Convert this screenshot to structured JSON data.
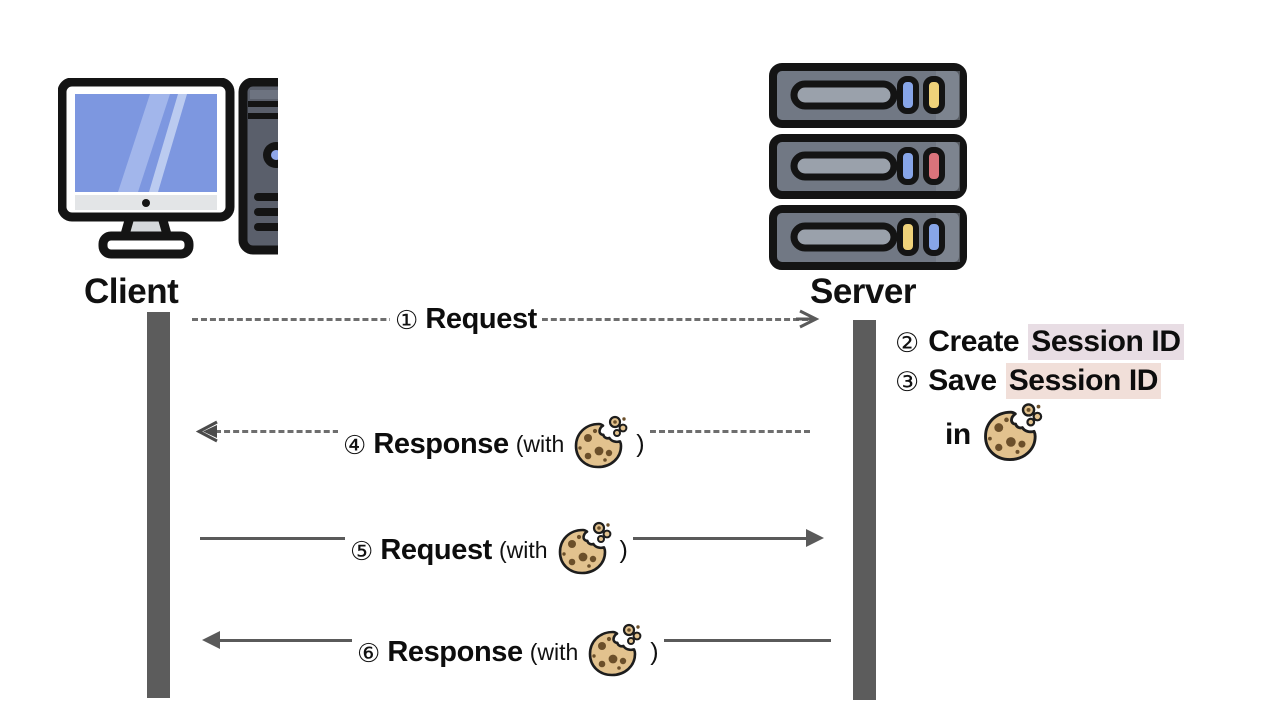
{
  "diagram": {
    "title": "Session ID / Cookie based authentication sequence",
    "type": "sequence-diagram"
  },
  "actors": [
    {
      "id": "client",
      "label": "Client",
      "icon": "desktop-computer-icon"
    },
    {
      "id": "server",
      "label": "Server",
      "icon": "server-rack-icon"
    }
  ],
  "messages": [
    {
      "number": "①",
      "label": "Request",
      "direction": "client-to-server",
      "style": "dashed",
      "with_prefix": "",
      "with_cookie": false,
      "open_paren": "",
      "close_paren": ""
    },
    {
      "number": "④",
      "label": "Response",
      "direction": "server-to-client",
      "style": "dashed",
      "with_prefix": "(with",
      "with_cookie": true,
      "open_paren": "",
      "close_paren": ")"
    },
    {
      "number": "⑤",
      "label": "Request",
      "direction": "client-to-server",
      "style": "solid",
      "with_prefix": "(with",
      "with_cookie": true,
      "open_paren": "",
      "close_paren": ")"
    },
    {
      "number": "⑥",
      "label": "Response",
      "direction": "server-to-client",
      "style": "solid",
      "with_prefix": "(with",
      "with_cookie": true,
      "open_paren": "",
      "close_paren": ")"
    }
  ],
  "server_notes": [
    {
      "number": "②",
      "verb": "Create",
      "highlight": "Session ID",
      "trailer": "",
      "has_cookie": false
    },
    {
      "number": "③",
      "verb": "Save",
      "highlight": "Session ID",
      "trailer": "in",
      "has_cookie": true
    }
  ],
  "colors": {
    "lifeline": "#5c5c5c",
    "arrow": "#5a5a5a",
    "highlight_create": "#e8dde4",
    "highlight_save": "#f1dfd9",
    "cookie_body": "#e2c28e",
    "cookie_chip": "#6b4f2a",
    "monitor_screen": "#7d97e0",
    "tower_body": "#5a5f6b",
    "server_body": "#717884",
    "text": "#0d0d0d"
  },
  "icons": {
    "cookie": "cookie-icon",
    "client": "desktop-computer-icon",
    "server": "server-rack-icon"
  }
}
